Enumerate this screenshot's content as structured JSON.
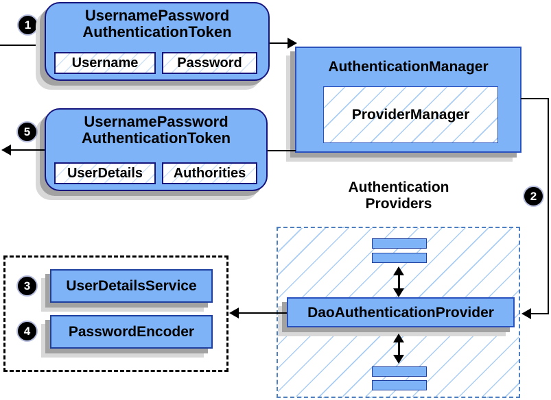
{
  "steps": {
    "one": "1",
    "two": "2",
    "three": "3",
    "four": "4",
    "five": "5"
  },
  "request_token": {
    "title_line1": "UsernamePassword",
    "title_line2": "AuthenticationToken",
    "fields": [
      "Username",
      "Password"
    ]
  },
  "authentication_manager": {
    "title": "AuthenticationManager",
    "provider": "ProviderManager"
  },
  "result_token": {
    "title_line1": "UsernamePassword",
    "title_line2": "AuthenticationToken",
    "fields": [
      "UserDetails",
      "Authorities"
    ]
  },
  "authentication_providers": {
    "label_line1": "Authentication",
    "label_line2": "Providers",
    "dao_provider": "DaoAuthenticationProvider"
  },
  "collaborators": {
    "items": [
      "UserDetailsService",
      "PasswordEncoder"
    ]
  },
  "colors": {
    "box_fill": "#7FB3F8",
    "token_border": "#16157E",
    "rect_border": "#2A52BE",
    "hatch_line": "#A9CDF4",
    "dashed_border": "#4E7FC1",
    "dotted_border": "#000000",
    "shadow_dark": "#A2A2A2",
    "shadow_light": "#D8D8D8",
    "arrow": "#000000",
    "badge_bg": "#000000",
    "badge_text": "#FFFFFF"
  }
}
